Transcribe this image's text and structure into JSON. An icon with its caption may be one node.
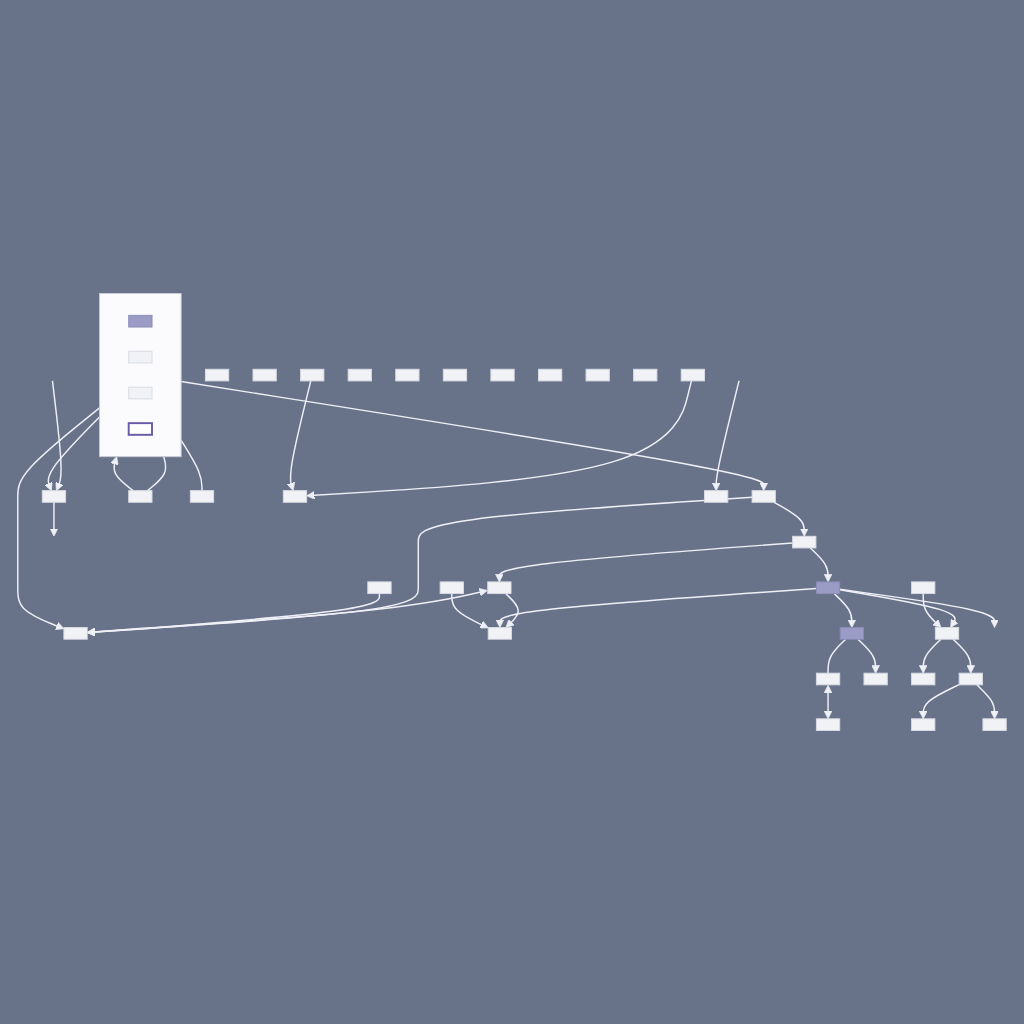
{
  "diagram": {
    "nodes": [
      {
        "text": [],
        "shape": "box"
      },
      {
        "text": [],
        "shape": "box",
        "in": 0
      },
      {
        "text": [],
        "shape": "box",
        "in": 0
      },
      {
        "text": [],
        "shape": "box",
        "in": 0
      },
      {
        "text": [],
        "shape": "bar",
        "in": 0
      },
      {
        "text": [],
        "shape": "box"
      },
      {
        "text": [],
        "shape": "box"
      },
      {
        "text": [],
        "shape": "box"
      },
      {
        "text": [],
        "shape": "box"
      },
      {
        "text": [],
        "shape": "box"
      },
      {
        "text": [],
        "shape": "box"
      },
      {
        "text": [],
        "shape": "box"
      },
      {
        "text": [],
        "shape": "box"
      },
      {
        "text": [],
        "shape": "box"
      },
      {
        "text": [],
        "shape": "box"
      },
      {
        "text": [],
        "shape": "box"
      },
      {
        "text": [],
        "shape": "box"
      },
      {
        "text": [],
        "shape": "box"
      },
      {
        "text": [],
        "shape": "box"
      },
      {
        "text": [],
        "shape": "box"
      },
      {
        "text": [],
        "shape": "box"
      },
      {
        "text": [],
        "shape": "box"
      },
      {
        "text": [],
        "shape": "box"
      },
      {
        "text": [],
        "shape": "box"
      },
      {
        "text": [],
        "shape": "box"
      },
      {
        "text": [],
        "shape": "box"
      },
      {
        "text": [],
        "shape": "box"
      },
      {
        "text": [],
        "shape": "box"
      },
      {
        "text": [],
        "shape": "box"
      },
      {
        "text": [],
        "shape": "box"
      },
      {
        "text": [],
        "shape": "box"
      },
      {
        "text": [],
        "shape": "box"
      },
      {
        "text": [],
        "shape": "box"
      },
      {
        "text": [],
        "shape": "box"
      },
      {
        "text": [],
        "shape": "box"
      },
      {
        "text": [],
        "shape": "box"
      },
      {
        "text": [],
        "shape": "box"
      },
      {
        "text": [],
        "shape": "box"
      },
      {
        "text": [],
        "shape": "box"
      }
    ],
    "edges": [
      {
        "from": 0,
        "to": 8,
        "arrow": "to"
      },
      {
        "from": 10,
        "to": 0,
        "arrow": "to"
      },
      {
        "from": 0,
        "to": 10,
        "arrow": "none"
      },
      {
        "from": 0,
        "to": 11,
        "arrow": "none"
      },
      {
        "from": 0,
        "to": 9,
        "arrow": "to"
      },
      {
        "from": 0,
        "to": 15,
        "arrow": "to"
      },
      {
        "from": 5,
        "to": 17,
        "arrow": "to"
      },
      {
        "from": null,
        "to": 8,
        "arrow": "to"
      },
      {
        "from": 8,
        "to": null,
        "arrow": "to"
      },
      {
        "from": 9,
        "to": 13,
        "arrow": "to"
      },
      {
        "from": 9,
        "to": 15,
        "arrow": "to"
      },
      {
        "from": 12,
        "to": 17,
        "arrow": "to"
      },
      {
        "from": 13,
        "to": 20,
        "arrow": "to"
      },
      {
        "from": 13,
        "to": 14,
        "arrow": "to"
      },
      {
        "from": 14,
        "to": 15,
        "arrow": "both"
      },
      {
        "from": 14,
        "to": 21,
        "arrow": "to"
      },
      {
        "from": 16,
        "to": 15,
        "arrow": "to"
      },
      {
        "from": 20,
        "to": 21,
        "arrow": "to"
      },
      {
        "from": 23,
        "to": 21,
        "arrow": "to"
      },
      {
        "from": 20,
        "to": 25,
        "arrow": "to"
      },
      {
        "from": 20,
        "to": 26,
        "arrow": "to"
      },
      {
        "from": 20,
        "to": null,
        "arrow": "to"
      },
      {
        "from": 26,
        "to": 28,
        "arrow": "to"
      },
      {
        "from": 26,
        "to": 27,
        "arrow": "none"
      },
      {
        "from": 27,
        "to": 29,
        "arrow": "both"
      },
      {
        "from": 24,
        "to": 25,
        "arrow": "to"
      },
      {
        "from": 25,
        "to": 34,
        "arrow": "to"
      },
      {
        "from": 25,
        "to": 35,
        "arrow": "to"
      },
      {
        "from": 35,
        "to": 36,
        "arrow": "to"
      },
      {
        "from": 35,
        "to": 38,
        "arrow": "to"
      },
      {
        "from": null,
        "to": 37,
        "arrow": "to"
      }
    ]
  }
}
